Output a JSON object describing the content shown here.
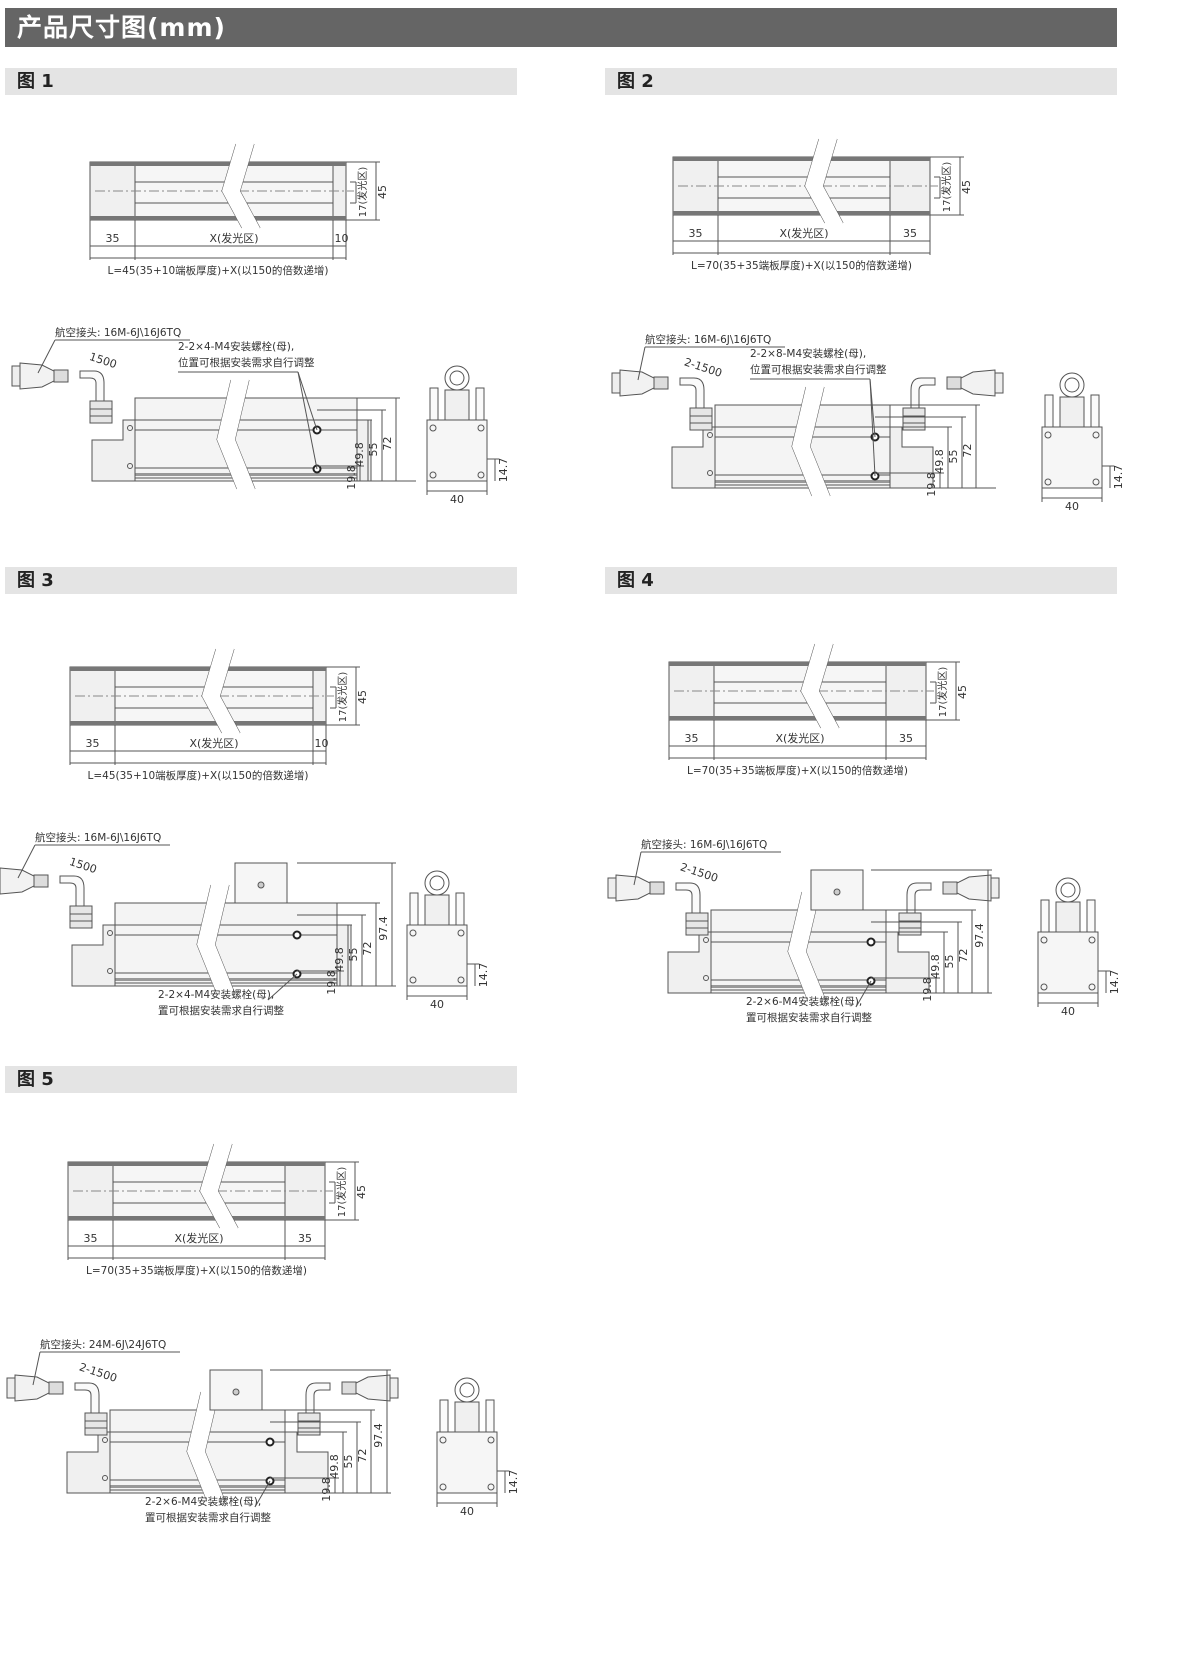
{
  "header": {
    "title": "产品尺寸图(mm)"
  },
  "figures": [
    {
      "title": "图 1",
      "top": {
        "left_dim": "35",
        "center_dim": "X(发光区)",
        "right_dim": "10",
        "emit_height": "17(发光区)",
        "height": "45",
        "formula": "L=45(35+10端板厚度)+X(以150的倍数递增)"
      },
      "side": {
        "connector": "航空接头: 16M-6J\\16J6TQ",
        "cable": "1500",
        "bolt_note_1": "2-2×4-M4安装螺栓(母),",
        "bolt_note_2": "位置可根据安装需求自行调整",
        "d1": "19.8",
        "d2": "49.8",
        "d3": "55",
        "d4": "72",
        "end_height": "14.7",
        "end_width": "40"
      }
    },
    {
      "title": "图 2",
      "top": {
        "left_dim": "35",
        "center_dim": "X(发光区)",
        "right_dim": "35",
        "emit_height": "17(发光区)",
        "height": "45",
        "formula": "L=70(35+35端板厚度)+X(以150的倍数递增)"
      },
      "side": {
        "connector": "航空接头: 16M-6J\\16J6TQ",
        "cable": "2-1500",
        "bolt_note_1": "2-2×8-M4安装螺栓(母),",
        "bolt_note_2": "位置可根据安装需求自行调整",
        "d1": "19.8",
        "d2": "49.8",
        "d3": "55",
        "d4": "72",
        "end_height": "14.7",
        "end_width": "40"
      }
    },
    {
      "title": "图 3",
      "top": {
        "left_dim": "35",
        "center_dim": "X(发光区)",
        "right_dim": "10",
        "emit_height": "17(发光区)",
        "height": "45",
        "formula": "L=45(35+10端板厚度)+X(以150的倍数递增)"
      },
      "side": {
        "connector": "航空接头: 16M-6J\\16J6TQ",
        "cable": "1500",
        "bolt_note_1": "2-2×4-M4安装螺栓(母),",
        "bolt_note_2": "置可根据安装需求自行调整",
        "d1": "19.8",
        "d2": "49.8",
        "d3": "55",
        "d4": "72",
        "d5": "97.4",
        "end_height": "14.7",
        "end_width": "40"
      }
    },
    {
      "title": "图 4",
      "top": {
        "left_dim": "35",
        "center_dim": "X(发光区)",
        "right_dim": "35",
        "emit_height": "17(发光区)",
        "height": "45",
        "formula": "L=70(35+35端板厚度)+X(以150的倍数递增)"
      },
      "side": {
        "connector": "航空接头: 16M-6J\\16J6TQ",
        "cable": "2-1500",
        "bolt_note_1": "2-2×6-M4安装螺栓(母),",
        "bolt_note_2": "置可根据安装需求自行调整",
        "d1": "19.8",
        "d2": "49.8",
        "d3": "55",
        "d4": "72",
        "d5": "97.4",
        "end_height": "14.7",
        "end_width": "40"
      }
    },
    {
      "title": "图 5",
      "top": {
        "left_dim": "35",
        "center_dim": "X(发光区)",
        "right_dim": "35",
        "emit_height": "17(发光区)",
        "height": "45",
        "formula": "L=70(35+35端板厚度)+X(以150的倍数递增)"
      },
      "side": {
        "connector": "航空接头: 24M-6J\\24J6TQ",
        "cable": "2-1500",
        "bolt_note_1": "2-2×6-M4安装螺栓(母),",
        "bolt_note_2": "置可根据安装需求自行调整",
        "d1": "19.8",
        "d2": "49.8",
        "d3": "55",
        "d4": "72",
        "d5": "97.4",
        "end_height": "14.7",
        "end_width": "40"
      }
    }
  ]
}
